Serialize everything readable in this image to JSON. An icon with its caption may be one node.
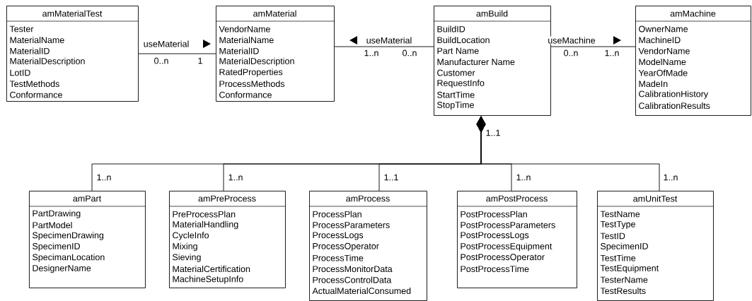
{
  "diagram": {
    "nodes": [
      {
        "text": [
          "amMaterialTest",
          "Tester",
          "MaterialName",
          "MaterialID",
          "MaterialDescription",
          "LotID",
          "TestMethods",
          "Conformance"
        ]
      },
      {
        "text": [
          "amMaterial",
          "VendorName",
          "MaterialName",
          "MaterialID",
          "MaterialDescription",
          "RatedProperties",
          "ProcessMethods",
          "Conformance"
        ]
      },
      {
        "text": [
          "amBuild",
          "BuildID",
          "BuildLocation",
          "Part Name",
          "Manufacturer Name",
          "Customer",
          "RequestInfo",
          "StartTime",
          "StopTime"
        ]
      },
      {
        "text": [
          "amMachine",
          "OwnerName",
          "MachineID",
          "VendorName",
          "ModelName",
          "YearOfMade",
          "MadeIn",
          "CalibrationHistory",
          "CalibrationResults"
        ]
      },
      {
        "text": [
          "amPart",
          "PartDrawing",
          "PartModel",
          "SpecimenDrawing",
          "SpecimenID",
          "SpecimanLocation",
          "DesignerName"
        ]
      },
      {
        "text": [
          "amPreProcess",
          "PreProcessPlan",
          "MaterialHandling",
          "CycleInfo",
          "Mixing",
          "Sieving",
          "MaterialCertification",
          "MachineSetupInfo"
        ]
      },
      {
        "text": [
          "amProcess",
          "ProcessPlan",
          "ProcessParameters",
          "ProcessLogs",
          "ProcessOperator",
          "ProcessTime",
          "ProcessMonitorData",
          "ProcessControlData",
          "ActualMaterialConsumed"
        ]
      },
      {
        "text": [
          "amPostProcess",
          "PostProcessPlan",
          "PostProcessParameters",
          "PostProcessLogs",
          "PostProcessEquipment",
          "PostProcessOperator",
          "PostProcessTime"
        ]
      },
      {
        "text": [
          "amUnitTest",
          "TestName",
          "TestType",
          "TestID",
          "SpecimenID",
          "TestTime",
          "TestEquipment",
          "TesterName",
          "TestResults"
        ]
      }
    ],
    "edges": [
      {
        "from": 0,
        "to": 1,
        "arrow": "none",
        "label": "useMaterial"
      },
      {
        "from": 2,
        "to": 1,
        "arrow": "none",
        "label": "useMaterial"
      },
      {
        "from": 2,
        "to": 3,
        "arrow": "none",
        "label": "useMachine"
      },
      {
        "from": 2,
        "to": 4,
        "arrow": "other"
      },
      {
        "from": 2,
        "to": 5,
        "arrow": "other"
      },
      {
        "from": 2,
        "to": 6,
        "arrow": "other"
      },
      {
        "from": 2,
        "to": 7,
        "arrow": "other"
      },
      {
        "from": 2,
        "to": 8,
        "arrow": "other"
      }
    ],
    "labels": [
      "0..n",
      "1",
      "1..n",
      "0..n",
      "0..n",
      "1..n",
      "1..1",
      "1..n",
      "1..n",
      "1..1",
      "1..n",
      "1..n"
    ]
  }
}
